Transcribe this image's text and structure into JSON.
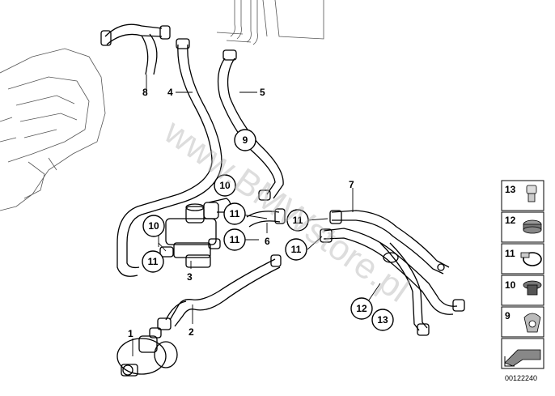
{
  "diagram": {
    "watermark": "www.BMWstore.pl",
    "diagram_id": "00122240",
    "callouts": [
      "1",
      "2",
      "3",
      "4",
      "5",
      "6",
      "7",
      "8"
    ],
    "circled": {
      "c9": "9",
      "c10a": "10",
      "c10b": "10",
      "c11a": "11",
      "c11b": "11",
      "c11c": "11",
      "c11d": "11",
      "c11e": "11",
      "c12": "12",
      "c13": "13"
    },
    "side_panel": [
      {
        "num": "13",
        "icon": "cap-nut-icon"
      },
      {
        "num": "12",
        "icon": "grommet-icon"
      },
      {
        "num": "11",
        "icon": "hose-clamp-icon"
      },
      {
        "num": "10",
        "icon": "rubber-mount-icon"
      },
      {
        "num": "9",
        "icon": "holder-clip-icon"
      },
      {
        "num": "",
        "icon": "arrow-icon"
      }
    ]
  }
}
